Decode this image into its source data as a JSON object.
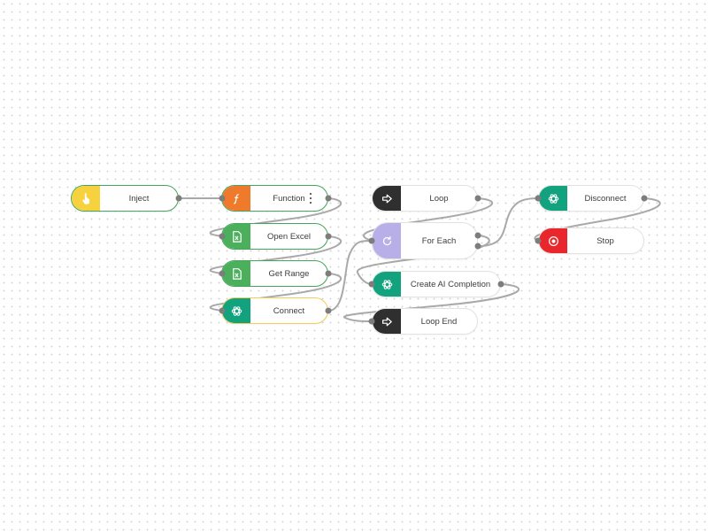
{
  "colors": {
    "inject": "#f6d23f",
    "excel": "#4caf5c",
    "function": "#f07a2b",
    "loop": "#2f2f2f",
    "foreach": "#b8aee8",
    "openai": "#12a27e",
    "stop": "#e8262b",
    "wire": "#a9a9a9",
    "port": "#7d7d7d",
    "selected_green": "#43a65a",
    "selected_yellow": "#f2cd58"
  },
  "nodes": {
    "inject": {
      "label": "Inject",
      "icon": "hand-pointer-icon"
    },
    "function": {
      "label": "Function",
      "icon": "function-f-icon",
      "menu": "more-vertical-icon"
    },
    "open_excel": {
      "label": "Open Excel",
      "icon": "excel-icon"
    },
    "get_range": {
      "label": "Get Range",
      "icon": "excel-icon"
    },
    "connect": {
      "label": "Connect",
      "icon": "openai-icon"
    },
    "loop": {
      "label": "Loop",
      "icon": "arrow-right-icon"
    },
    "for_each": {
      "label": "For Each",
      "icon": "refresh-icon"
    },
    "create_ai_completion": {
      "label": "Create AI Completion",
      "icon": "openai-icon"
    },
    "loop_end": {
      "label": "Loop End",
      "icon": "arrow-right-icon"
    },
    "disconnect": {
      "label": "Disconnect",
      "icon": "openai-icon"
    },
    "stop": {
      "label": "Stop",
      "icon": "stop-circle-icon"
    }
  }
}
